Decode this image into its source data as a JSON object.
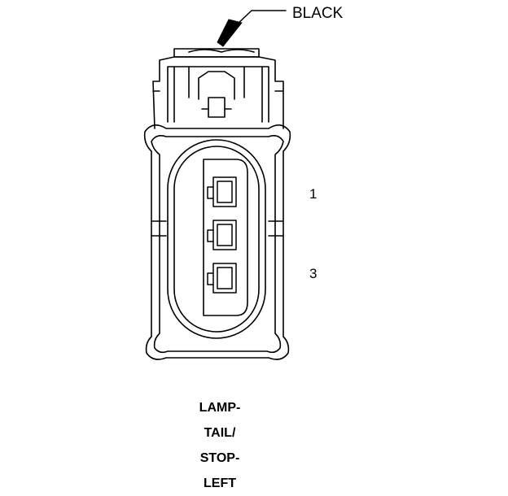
{
  "wire_label": "BLACK",
  "pins": {
    "first": "1",
    "last": "3"
  },
  "caption_lines": [
    "LAMP-",
    "TAIL/",
    "STOP-",
    "LEFT"
  ],
  "colors": {
    "ink": "#000000",
    "background": "#ffffff"
  }
}
